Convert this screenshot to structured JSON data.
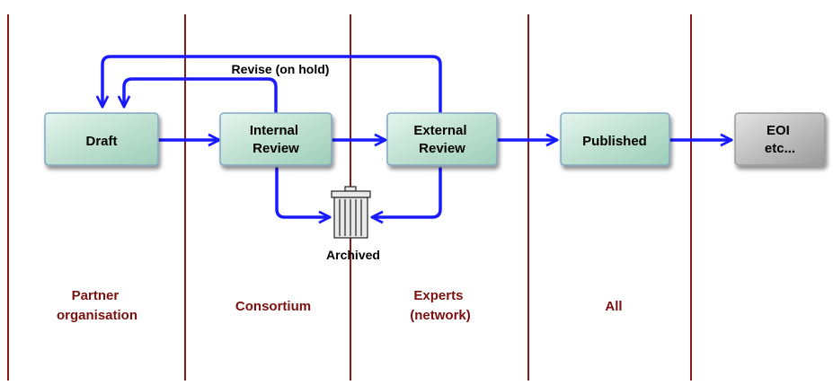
{
  "colors": {
    "lane_divider": "#8b1a1a",
    "flow_arrow": "#1a1aff",
    "lane_label": "#7a1010",
    "stage_box": "#cfe9df",
    "stage_box_grey": "#bdbdbd"
  },
  "stages": [
    {
      "id": "draft",
      "lines": [
        "Draft"
      ]
    },
    {
      "id": "internal",
      "lines": [
        "Internal",
        "Review"
      ]
    },
    {
      "id": "external",
      "lines": [
        "External",
        "Review"
      ]
    },
    {
      "id": "published",
      "lines": [
        "Published"
      ]
    },
    {
      "id": "eoi",
      "lines": [
        "EOI",
        "etc..."
      ]
    }
  ],
  "revise_label": "Revise (on hold)",
  "archive": {
    "label": "Archived",
    "icon": "trash-bin-icon"
  },
  "lanes": [
    {
      "id": "partner",
      "lines": [
        "Partner",
        "organisation"
      ]
    },
    {
      "id": "consortium",
      "lines": [
        "Consortium"
      ]
    },
    {
      "id": "experts",
      "lines": [
        "Experts",
        "(network)"
      ]
    },
    {
      "id": "all",
      "lines": [
        "All"
      ]
    }
  ]
}
